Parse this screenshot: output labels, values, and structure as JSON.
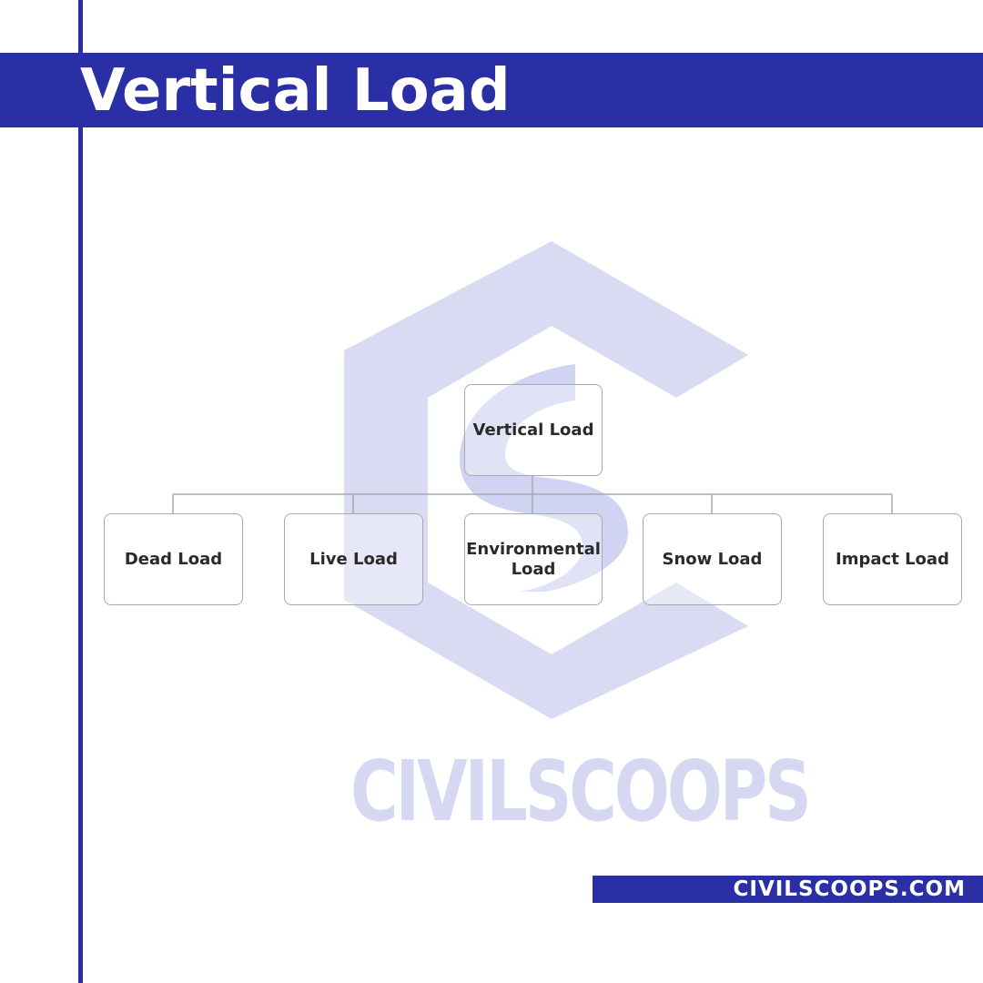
{
  "header": {
    "title": "Vertical Load"
  },
  "diagram": {
    "root": "Vertical Load",
    "children": [
      "Dead Load",
      "Live Load",
      "Environmental Load",
      "Snow Load",
      "Impact Load"
    ]
  },
  "watermark": {
    "logo_text": "CIVILSCOOPS"
  },
  "footer": {
    "url": "CIVILSCOOPS.COM"
  },
  "colors": {
    "brand": "#2b2fa5",
    "watermark": "#d6d8f2",
    "box_border": "#a9a9a9"
  }
}
